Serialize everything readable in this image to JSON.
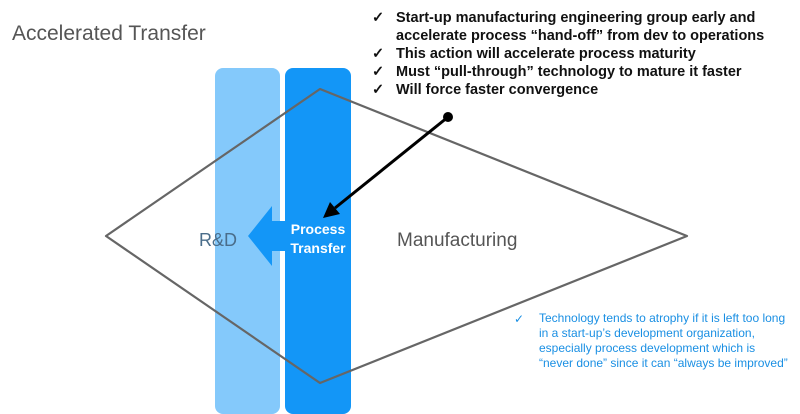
{
  "title": "Accelerated Transfer",
  "bullets": [
    {
      "icon": "checkmark",
      "text": "Start-up manufacturing engineering group early and accelerate process “hand-off” from dev to operations"
    },
    {
      "icon": "checkmark",
      "text": "This action will accelerate process maturity"
    },
    {
      "icon": "checkmark",
      "text": "Must “pull-through” technology to mature it faster"
    },
    {
      "icon": "checkmark",
      "text": "Will force faster convergence"
    }
  ],
  "diagram": {
    "rd_label": "R&D",
    "process_transfer_label": "Process Transfer",
    "manufacturing_label": "Manufacturing"
  },
  "note": {
    "icon": "checkmark",
    "text": "Technology tends to atrophy if it is left too long in a start-up’s development organization, especially process development which is “never done” since it can “always be improved”"
  },
  "colors": {
    "rd_bar": "#84c9fb",
    "process_bar": "#1396f7",
    "note_text": "#1a8fe3",
    "diamond_outline": "#666666"
  }
}
